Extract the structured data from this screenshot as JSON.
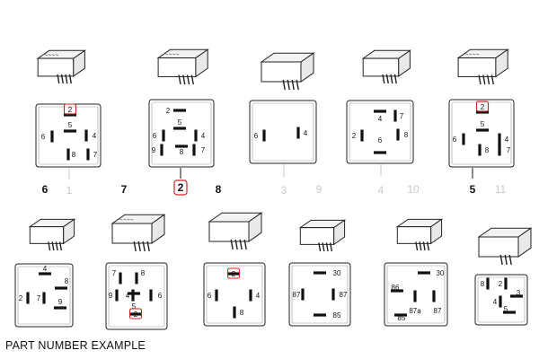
{
  "colors": {
    "stroke": "#222222",
    "pin": "#111111",
    "highlight": "#d42020",
    "label_dark": "#111111",
    "label_faded": "#c9c9c9",
    "housing_fill": "#f3f3f3"
  },
  "caption": "PART NUMBER EXAMPLE",
  "relays": [
    {
      "id": 1,
      "row": 0,
      "index_label": "1",
      "index_style": "faded",
      "pins": [
        {
          "num": "2",
          "o": "h",
          "hl": true
        },
        {
          "num": "5",
          "o": "h"
        },
        {
          "num": "6",
          "o": "v"
        },
        {
          "num": "4",
          "o": "v"
        },
        {
          "num": "8",
          "o": "v"
        },
        {
          "num": "7",
          "o": "v"
        }
      ]
    },
    {
      "id": 2,
      "row": 0,
      "index_label": "2",
      "index_style": "boxed",
      "pins": [
        {
          "num": "2",
          "o": "h"
        },
        {
          "num": "5",
          "o": "h"
        },
        {
          "num": "6",
          "o": "v"
        },
        {
          "num": "4",
          "o": "v"
        },
        {
          "num": "9",
          "o": "v"
        },
        {
          "num": "8",
          "o": "h"
        },
        {
          "num": "7",
          "o": "v"
        }
      ]
    },
    {
      "id": 3,
      "row": 0,
      "index_label": "3",
      "index_style": "faded",
      "pins": [
        {
          "num": "6",
          "o": "v"
        },
        {
          "num": "4",
          "o": "v"
        }
      ]
    },
    {
      "id": 4,
      "row": 0,
      "index_label": "4",
      "index_style": "faded",
      "pins": [
        {
          "num": "4",
          "o": "h"
        },
        {
          "num": "7",
          "o": "v"
        },
        {
          "num": "2",
          "o": "v"
        },
        {
          "num": "8",
          "o": "v"
        },
        {
          "num": "6",
          "o": "h"
        }
      ]
    },
    {
      "id": 5,
      "row": 0,
      "index_label": "5",
      "index_style": "dark",
      "pins": [
        {
          "num": "2",
          "o": "h",
          "hl": true
        },
        {
          "num": "5",
          "o": "h"
        },
        {
          "num": "6",
          "o": "v"
        },
        {
          "num": "4",
          "o": "v"
        },
        {
          "num": "8",
          "o": "v"
        },
        {
          "num": "7",
          "o": "v"
        }
      ]
    },
    {
      "id": 6,
      "row": 1,
      "index_label": "6",
      "index_style": "dark",
      "pins": [
        {
          "num": "4",
          "o": "h"
        },
        {
          "num": "8",
          "o": "h"
        },
        {
          "num": "2",
          "o": "v"
        },
        {
          "num": "7",
          "o": "v"
        },
        {
          "num": "9",
          "o": "h"
        }
      ]
    },
    {
      "id": 7,
      "row": 1,
      "index_label": "7",
      "index_style": "dark",
      "pins": [
        {
          "num": "7",
          "o": "v"
        },
        {
          "num": "8",
          "o": "v"
        },
        {
          "num": "9",
          "o": "v"
        },
        {
          "num": "4",
          "o": "v"
        },
        {
          "num": "6",
          "o": "v"
        },
        {
          "num": "5",
          "o": "h"
        },
        {
          "num": "2",
          "o": "h",
          "hl": true
        }
      ]
    },
    {
      "id": 8,
      "row": 1,
      "index_label": "8",
      "index_style": "dark",
      "pins": [
        {
          "num": "2",
          "o": "h",
          "hl": true
        },
        {
          "num": "6",
          "o": "v"
        },
        {
          "num": "4",
          "o": "v"
        },
        {
          "num": "8",
          "o": "v"
        }
      ]
    },
    {
      "id": 9,
      "row": 1,
      "index_label": "9",
      "index_style": "faded",
      "pins": [
        {
          "num": "30",
          "o": "h"
        },
        {
          "num": "87",
          "o": "v"
        },
        {
          "num": "87",
          "o": "v"
        },
        {
          "num": "85",
          "o": "h"
        }
      ]
    },
    {
      "id": 10,
      "row": 1,
      "index_label": "10",
      "index_style": "faded",
      "pins": [
        {
          "num": "30",
          "o": "h"
        },
        {
          "num": "86",
          "o": "h"
        },
        {
          "num": "87a",
          "o": "v"
        },
        {
          "num": "87",
          "o": "v"
        },
        {
          "num": "85",
          "o": "h"
        }
      ]
    },
    {
      "id": 11,
      "row": 1,
      "index_label": "11",
      "index_style": "faded",
      "pins": [
        {
          "num": "8",
          "o": "v"
        },
        {
          "num": "2",
          "o": "v"
        },
        {
          "num": "3",
          "o": "h"
        },
        {
          "num": "4",
          "o": "v"
        },
        {
          "num": "5",
          "o": "h"
        }
      ]
    }
  ]
}
